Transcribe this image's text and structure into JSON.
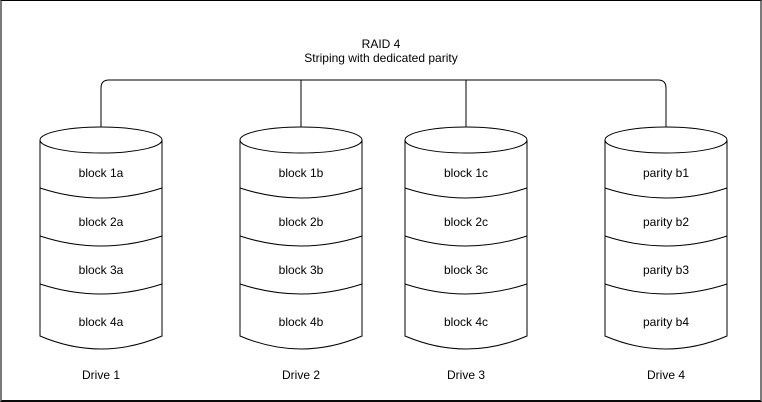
{
  "title": {
    "line1": "RAID 4",
    "line2": "Striping with dedicated parity"
  },
  "drives": [
    {
      "label": "Drive 1",
      "blocks": [
        "block 1a",
        "block 2a",
        "block 3a",
        "block 4a"
      ]
    },
    {
      "label": "Drive 2",
      "blocks": [
        "block 1b",
        "block 2b",
        "block 3b",
        "block 4b"
      ]
    },
    {
      "label": "Drive 3",
      "blocks": [
        "block 1c",
        "block 2c",
        "block 3c",
        "block 4c"
      ]
    },
    {
      "label": "Drive 4",
      "blocks": [
        "parity b1",
        "parity b2",
        "parity b3",
        "parity b4"
      ]
    }
  ],
  "colors": {
    "line": "#000000",
    "text": "#000000",
    "background": "#ffffff",
    "frame_top_bottom": "#000000",
    "frame_sides": "#7b7b7b"
  }
}
